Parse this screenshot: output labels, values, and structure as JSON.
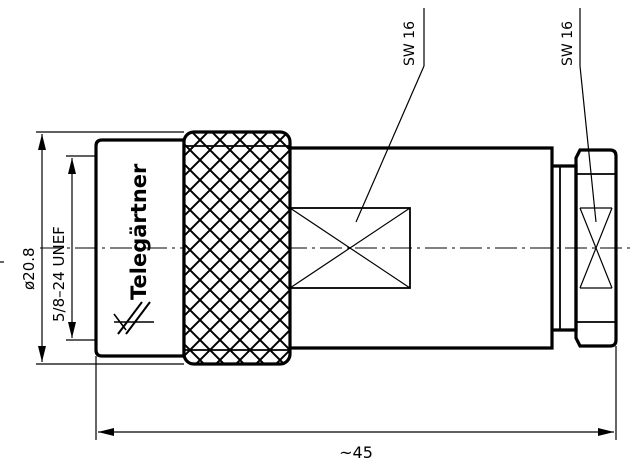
{
  "drawing": {
    "brand_text": "Telegärtner",
    "labels": {
      "wrench_size_main": "SW 16",
      "wrench_size_nut": "SW 16",
      "diameter": "ø20.8",
      "thread": "5/8–24 UNEF",
      "overall_length": "~45"
    },
    "colors": {
      "line": "#000000",
      "background": "#ffffff"
    }
  }
}
